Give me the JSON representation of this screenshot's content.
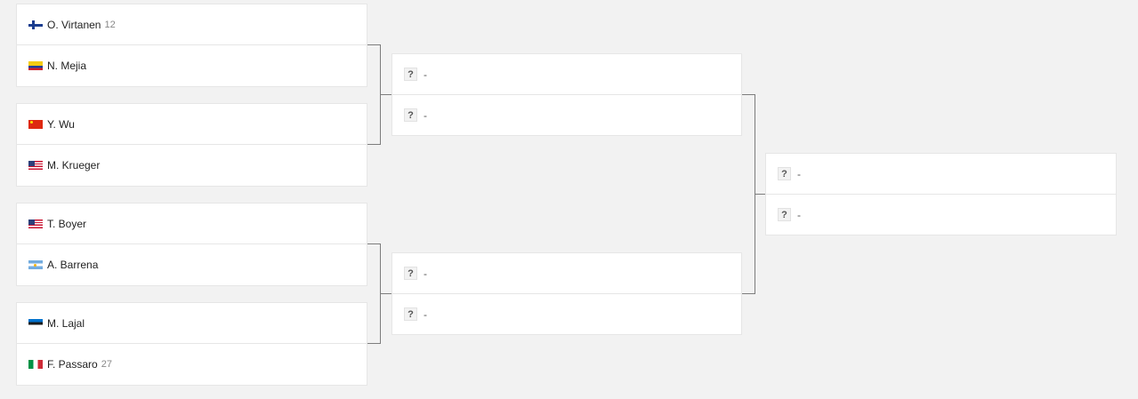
{
  "round1": [
    {
      "players": [
        {
          "name": "O. Virtanen",
          "seed": "12",
          "flag": "finland-flag-icon"
        },
        {
          "name": "N. Mejia",
          "seed": "",
          "flag": "colombia-flag-icon"
        }
      ]
    },
    {
      "players": [
        {
          "name": "Y. Wu",
          "seed": "",
          "flag": "china-flag-icon"
        },
        {
          "name": "M. Krueger",
          "seed": "",
          "flag": "usa-flag-icon"
        }
      ]
    },
    {
      "players": [
        {
          "name": "T. Boyer",
          "seed": "",
          "flag": "usa-flag-icon"
        },
        {
          "name": "A. Barrena",
          "seed": "",
          "flag": "argentina-flag-icon"
        }
      ]
    },
    {
      "players": [
        {
          "name": "M. Lajal",
          "seed": "",
          "flag": "estonia-flag-icon"
        },
        {
          "name": "F. Passaro",
          "seed": "27",
          "flag": "italy-flag-icon"
        }
      ]
    }
  ],
  "unknown": {
    "mark": "?",
    "dash": "-"
  },
  "colors": {
    "background": "#f2f2f2",
    "card": "#ffffff",
    "connector": "#7d7d7d",
    "seed": "#888888"
  }
}
